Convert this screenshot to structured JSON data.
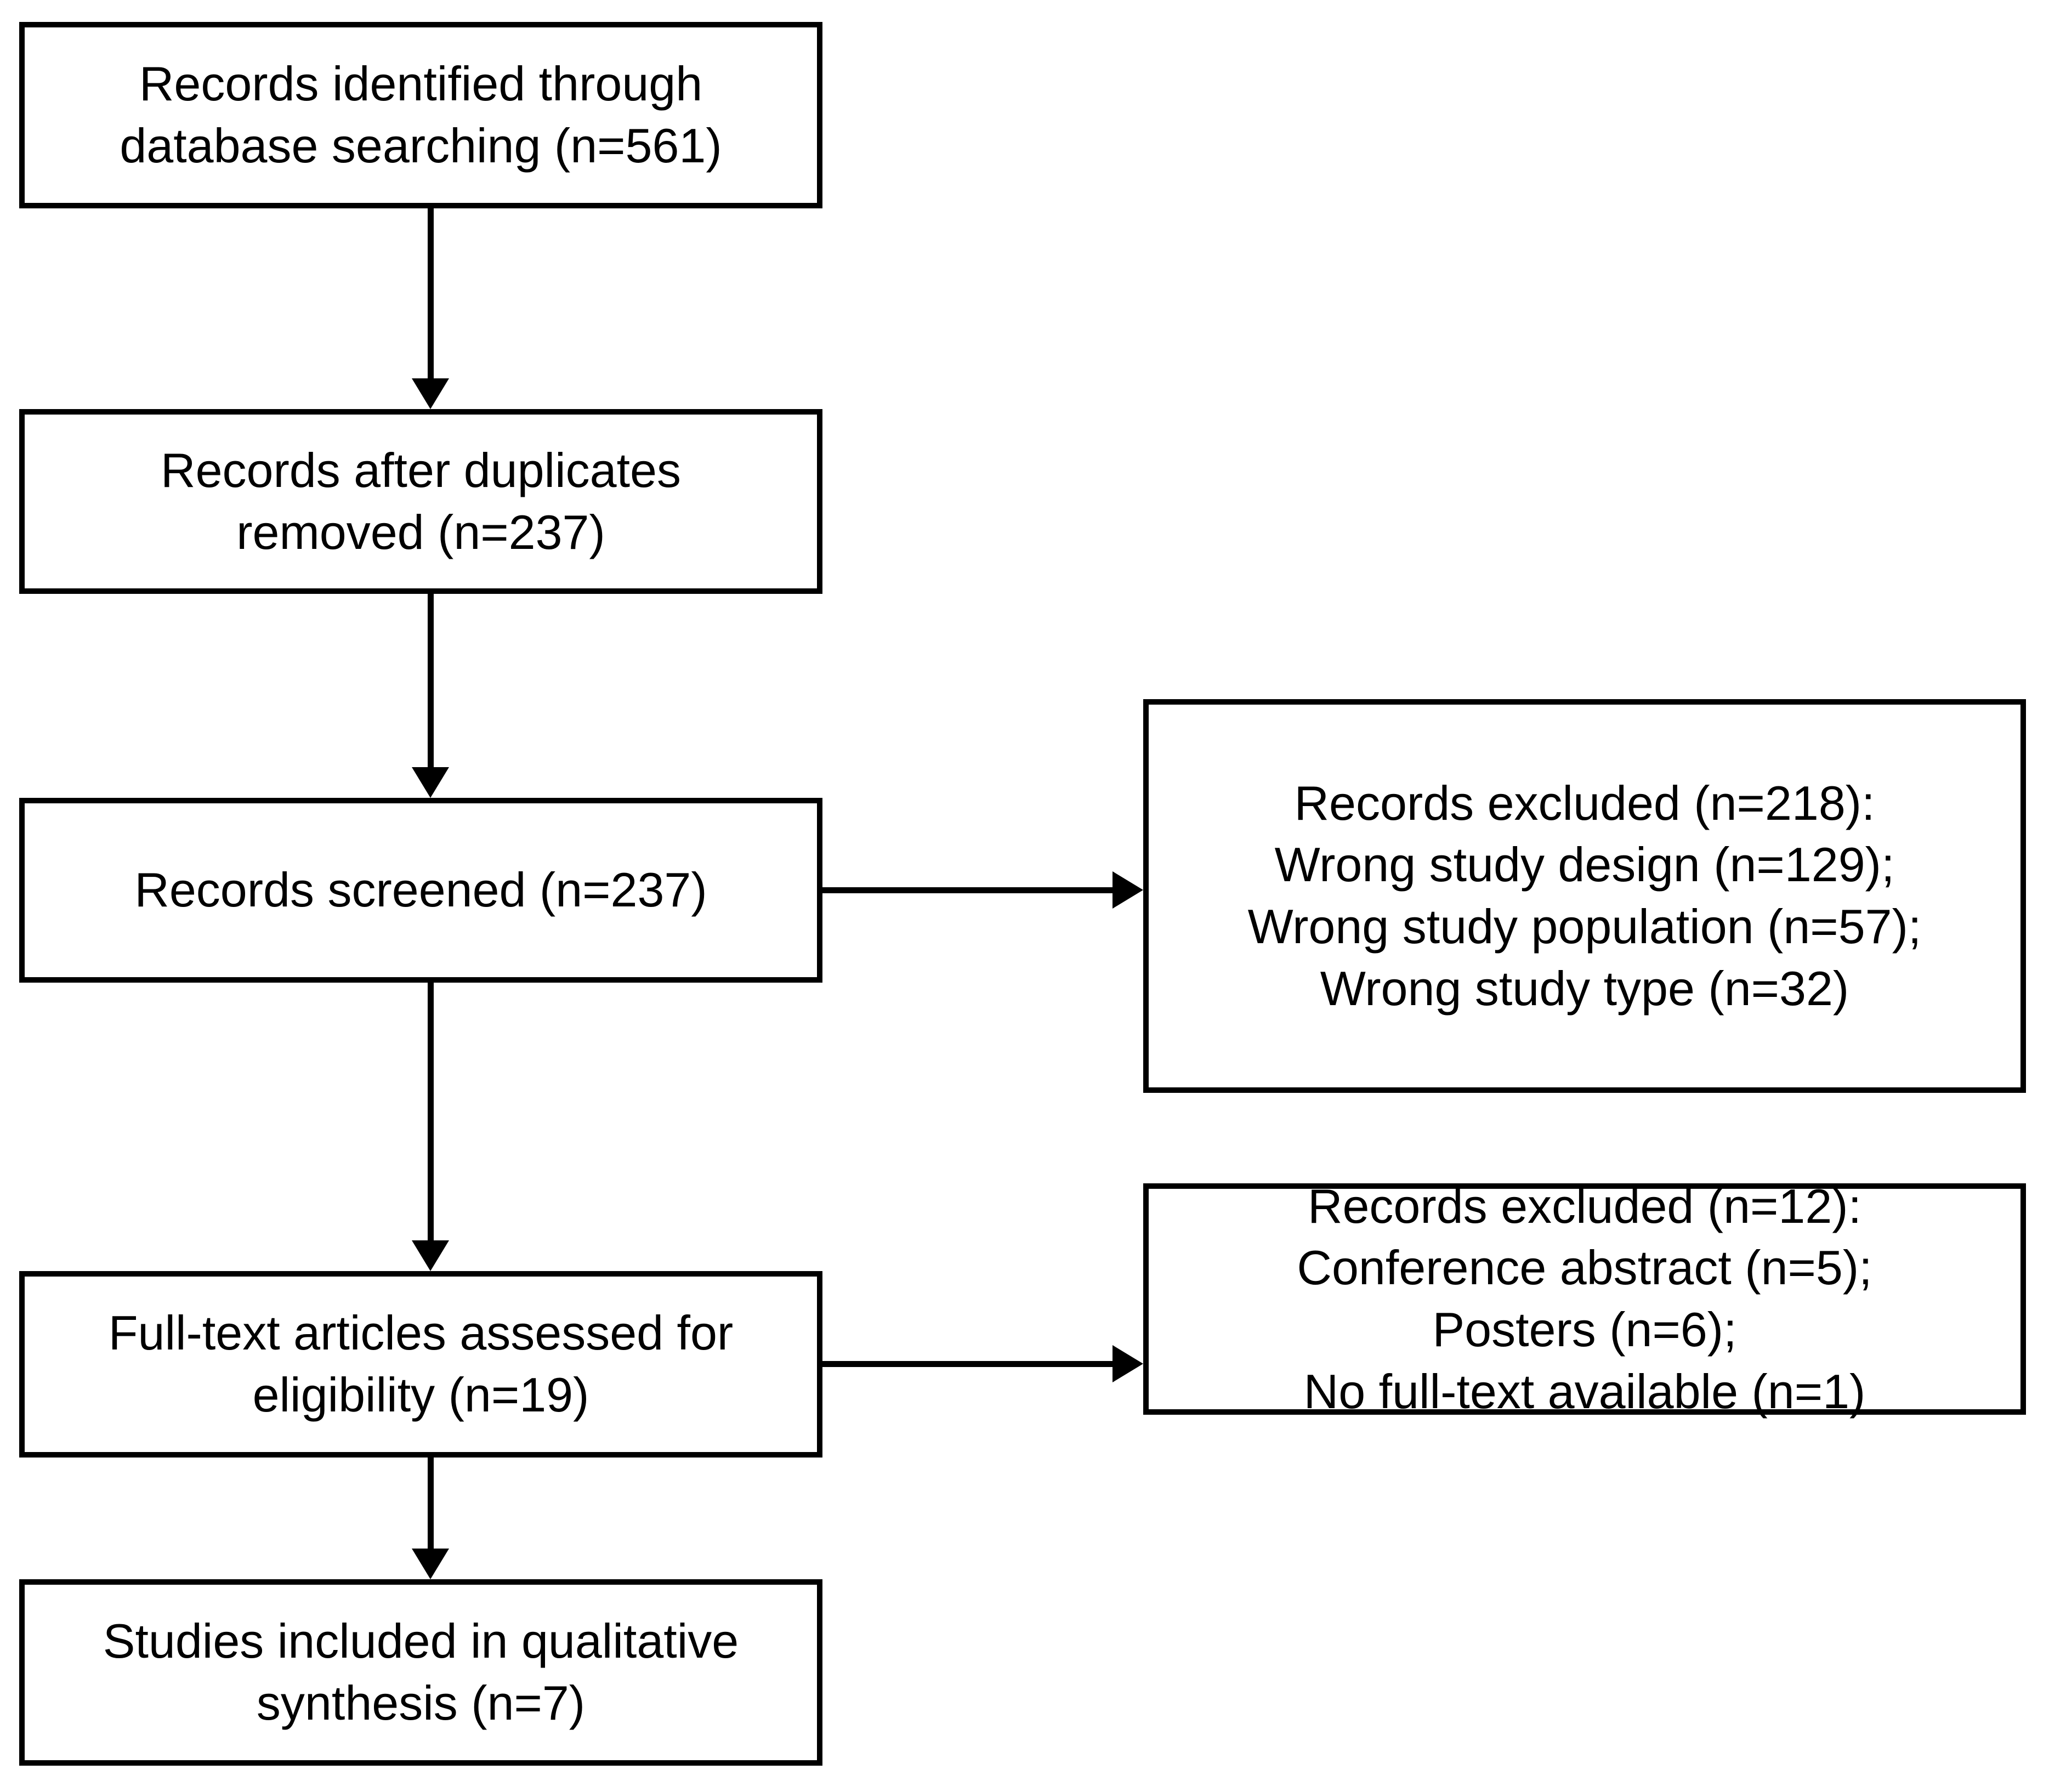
{
  "diagram": {
    "title": "PRISMA study selection flow diagram",
    "colors": {
      "box_border": "#000000",
      "box_fill": "#ffffff",
      "text": "#000000",
      "connector": "#000000"
    },
    "nodes": {
      "identified": {
        "name": "records-identified",
        "lines": [
          "Records identified through",
          "database searching (n=561)"
        ],
        "count": 561
      },
      "duplicates_removed": {
        "name": "records-after-duplicates-removed",
        "lines": [
          "Records after duplicates",
          "removed (n=237)"
        ],
        "count": 237
      },
      "screened": {
        "name": "records-screened",
        "lines": [
          "Records screened (n=237)"
        ],
        "count": 237
      },
      "fulltext_assessed": {
        "name": "full-text-articles-assessed",
        "lines": [
          "Full-text articles assessed for",
          "eligibility (n=19)"
        ],
        "count": 19
      },
      "included": {
        "name": "studies-included-qualitative-synthesis",
        "lines": [
          "Studies included in qualitative",
          "synthesis (n=7)"
        ],
        "count": 7
      },
      "excluded_screening": {
        "name": "records-excluded-screening",
        "lines": [
          "Records excluded (n=218):",
          "Wrong study design (n=129);",
          "Wrong study population (n=57);",
          "Wrong study type (n=32)"
        ],
        "count": 218,
        "reasons": [
          {
            "label": "Wrong study design",
            "count": 129
          },
          {
            "label": "Wrong study population",
            "count": 57
          },
          {
            "label": "Wrong study type",
            "count": 32
          }
        ]
      },
      "excluded_fulltext": {
        "name": "records-excluded-full-text",
        "lines": [
          "Records excluded (n=12):",
          "Conference abstract (n=5);",
          "Posters (n=6);",
          "No full-text available (n=1)"
        ],
        "count": 12,
        "reasons": [
          {
            "label": "Conference abstract",
            "count": 5
          },
          {
            "label": "Posters",
            "count": 6
          },
          {
            "label": "No full-text available",
            "count": 1
          }
        ]
      }
    },
    "edges": [
      {
        "from": "identified",
        "to": "duplicates_removed",
        "direction": "down"
      },
      {
        "from": "duplicates_removed",
        "to": "screened",
        "direction": "down"
      },
      {
        "from": "screened",
        "to": "fulltext_assessed",
        "direction": "down"
      },
      {
        "from": "fulltext_assessed",
        "to": "included",
        "direction": "down"
      },
      {
        "from": "screened",
        "to": "excluded_screening",
        "direction": "right"
      },
      {
        "from": "fulltext_assessed",
        "to": "excluded_fulltext",
        "direction": "right"
      }
    ]
  }
}
